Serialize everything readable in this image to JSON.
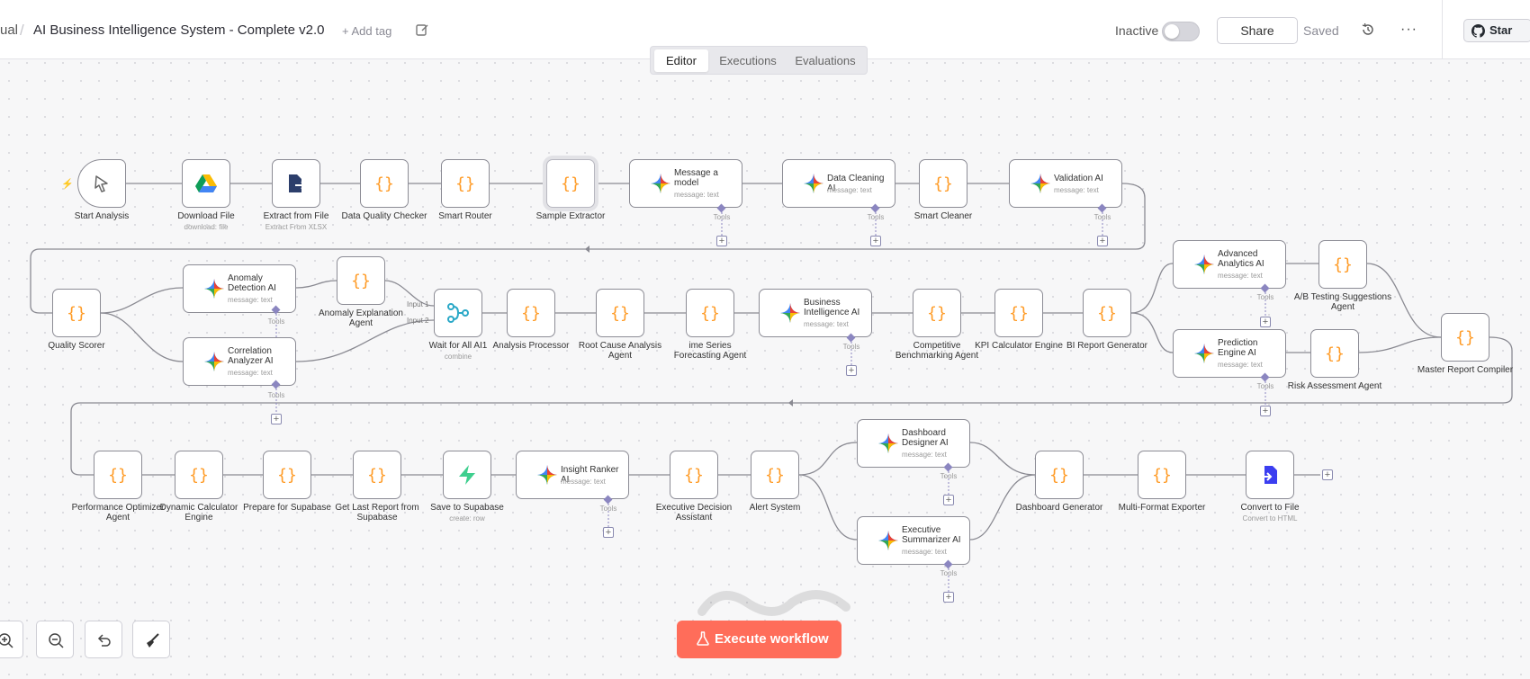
{
  "header": {
    "breadcrumb_prev": "ual",
    "breadcrumb_sep": "/",
    "title": "AI Business Intelligence System - Complete v2.0",
    "add_tag": "+ Add tag",
    "status_label": "Inactive",
    "active": false,
    "share_label": "Share",
    "saved_label": "Saved",
    "more_label": "···",
    "star_label": "Star"
  },
  "tabs": [
    {
      "label": "Editor",
      "active": true
    },
    {
      "label": "Executions",
      "active": false
    },
    {
      "label": "Evaluations",
      "active": false
    }
  ],
  "nodes": {
    "start_analysis": {
      "label": "Start Analysis",
      "icon": "cursor-icon"
    },
    "download_file": {
      "label": "Download File",
      "sub": "download: file",
      "icon": "google-drive-icon"
    },
    "extract_from_file": {
      "label": "Extract from File",
      "sub": "Extract From XLSX",
      "icon": "file-export-icon"
    },
    "data_quality_checker": {
      "label": "Data Quality Checker",
      "icon": "code-icon"
    },
    "smart_router": {
      "label": "Smart Router",
      "icon": "code-icon"
    },
    "sample_extractor": {
      "label": "Sample Extractor",
      "icon": "code-icon"
    },
    "message_a_model": {
      "label": "Message a model",
      "sub": "message: text",
      "icon": "gemini-icon"
    },
    "data_cleaning_ai": {
      "label": "Data Cleaning AI",
      "sub": "message: text",
      "icon": "gemini-icon"
    },
    "smart_cleaner": {
      "label": "Smart Cleaner",
      "icon": "code-icon"
    },
    "validation_ai": {
      "label": "Validation AI",
      "sub": "message: text",
      "icon": "gemini-icon"
    },
    "quality_scorer": {
      "label": "Quality Scorer",
      "icon": "code-icon"
    },
    "anomaly_detection_ai": {
      "label": "Anomaly Detection AI",
      "sub": "message: text",
      "icon": "gemini-icon"
    },
    "anomaly_explanation_agent": {
      "label": "Anomaly Explanation Agent",
      "icon": "code-icon"
    },
    "correlation_analyzer_ai": {
      "label": "Correlation Analyzer AI",
      "sub": "message: text",
      "icon": "gemini-icon"
    },
    "wait_for_all_ai1": {
      "label": "Wait for All AI1",
      "sub": "combine",
      "icon": "merge-icon",
      "input1": "Input 1",
      "input2": "Input 2"
    },
    "analysis_processor": {
      "label": "Analysis Processor",
      "icon": "code-icon"
    },
    "root_cause_analysis_agent": {
      "label": "Root Cause Analysis Agent",
      "icon": "code-icon"
    },
    "time_series_forecasting_agent": {
      "label": "ime Series Forecasting Agent",
      "icon": "code-icon"
    },
    "business_intelligence_ai": {
      "label": "Business Intelligence AI",
      "sub": "message: text",
      "icon": "gemini-icon"
    },
    "competitive_benchmarking_agent": {
      "label": "Competitive Benchmarking Agent",
      "icon": "code-icon"
    },
    "kpi_calculator_engine": {
      "label": "KPI Calculator Engine",
      "icon": "code-icon"
    },
    "bi_report_generator": {
      "label": "BI Report Generator",
      "icon": "code-icon"
    },
    "advanced_analytics_ai": {
      "label": "Advanced Analytics AI",
      "sub": "message: text",
      "icon": "gemini-icon"
    },
    "ab_testing_suggestions_agent": {
      "label": "A/B Testing Suggestions Agent",
      "icon": "code-icon"
    },
    "prediction_engine_ai": {
      "label": "Prediction Engine AI",
      "sub": "message: text",
      "icon": "gemini-icon"
    },
    "risk_assessment_agent": {
      "label": "Risk Assessment Agent",
      "icon": "code-icon"
    },
    "master_report_compiler": {
      "label": "Master Report Compiler",
      "icon": "code-icon"
    },
    "performance_optimizer_agent": {
      "label": "Performance Optimizer Agent",
      "icon": "code-icon"
    },
    "dynamic_calculator_engine": {
      "label": "Dynamic Calculator Engine",
      "icon": "code-icon"
    },
    "prepare_for_supabase": {
      "label": "Prepare for Supabase",
      "icon": "code-icon"
    },
    "get_last_report_from_supabase": {
      "label": "Get Last Report from Supabase",
      "icon": "code-icon"
    },
    "save_to_supabase": {
      "label": "Save to Supabase",
      "sub": "create: row",
      "icon": "supabase-icon"
    },
    "insight_ranker_ai": {
      "label": "Insight Ranker AI",
      "sub": "message: text",
      "icon": "gemini-icon"
    },
    "executive_decision_assistant": {
      "label": "Executive Decision Assistant",
      "icon": "code-icon"
    },
    "alert_system": {
      "label": "Alert System",
      "icon": "code-icon"
    },
    "dashboard_designer_ai": {
      "label": "Dashboard Designer AI",
      "sub": "message: text",
      "icon": "gemini-icon"
    },
    "executive_summarizer_ai": {
      "label": "Executive Summarizer AI",
      "sub": "message: text",
      "icon": "gemini-icon"
    },
    "dashboard_generator": {
      "label": "Dashboard Generator",
      "icon": "code-icon"
    },
    "multi_format_exporter": {
      "label": "Multi-Format Exporter",
      "icon": "code-icon"
    },
    "convert_to_file": {
      "label": "Convert to File",
      "sub": "Convert to HTML",
      "icon": "file-convert-icon"
    }
  },
  "tools_label": "Tools",
  "plus_label": "+",
  "controls": {
    "execute_label": "Execute workflow",
    "zoom_in_icon": "zoom-in-icon",
    "zoom_out_icon": "zoom-out-icon",
    "undo_icon": "undo-icon",
    "tidy_icon": "broom-icon"
  },
  "colors": {
    "accent": "#ff6d5a",
    "code_icon": "#ff9b26",
    "edge": "#8a8a92",
    "tool_connector": "#8b86c0"
  }
}
